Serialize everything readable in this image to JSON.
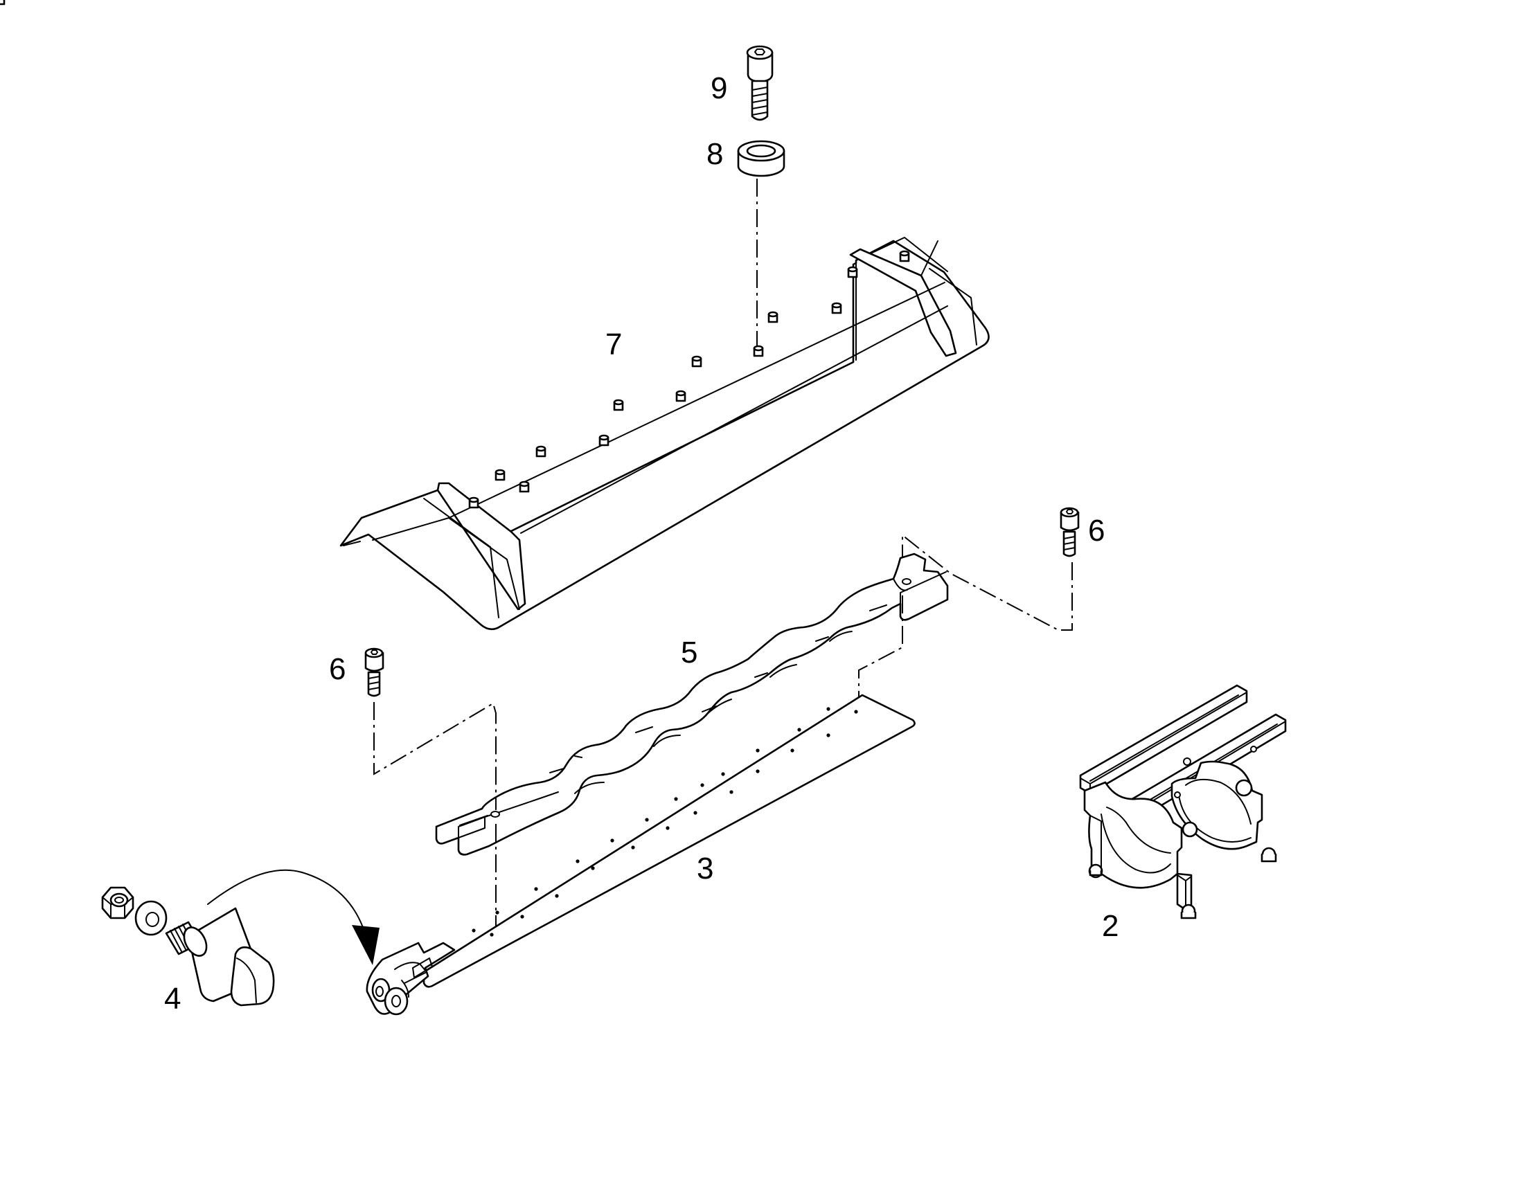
{
  "callouts": {
    "c2": "2",
    "c3": "3",
    "c4": "4",
    "c5": "5",
    "c6a": "6",
    "c6b": "6",
    "c7": "7",
    "c8": "8",
    "c9": "9"
  },
  "colors": {
    "line": "#000000",
    "background": "#ffffff"
  }
}
